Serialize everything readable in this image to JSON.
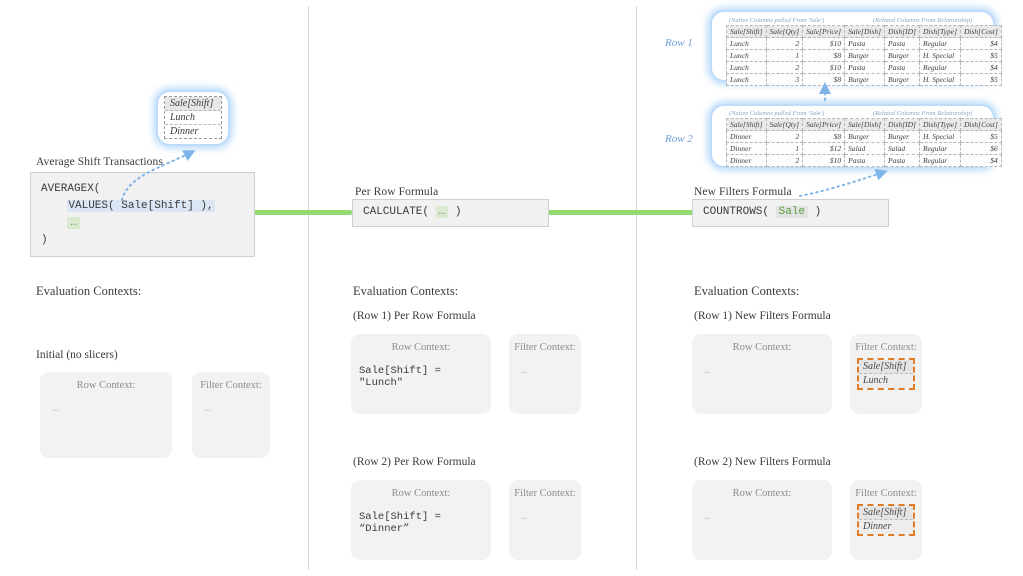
{
  "dividers": {
    "color": "#d2d2d2"
  },
  "connector": {
    "color": "#92d96f"
  },
  "left": {
    "formula_title": "Average Shift Transactions",
    "formula": {
      "line1": "AVERAGEX(",
      "line2_hl": "VALUES( Sale[Shift] ),",
      "line3_hl": "…",
      "line4": ")"
    },
    "slicer": {
      "header": "Sale[Shift]",
      "values": [
        "Lunch",
        "Dinner"
      ]
    },
    "eval_title": "Evaluation Contexts:",
    "case_title": "Initial (no slicers)",
    "row_context_label": "Row Context:",
    "row_context_value": "…",
    "filter_context_label": "Filter Context:",
    "filter_context_value": "…"
  },
  "middle": {
    "formula_title": "Per Row Formula",
    "formula": {
      "pre": "CALCULATE( ",
      "hl": "…",
      "post": " )"
    },
    "eval_title": "Evaluation Contexts:",
    "cases": [
      {
        "title": "(Row 1)  Per Row Formula",
        "row_context_label": "Row Context:",
        "row_context_value": "Sale[Shift] = \"Lunch\"",
        "filter_context_label": "Filter Context:",
        "filter_context_value": "…"
      },
      {
        "title": "(Row 2)  Per Row Formula",
        "row_context_label": "Row Context:",
        "row_context_value": "Sale[Shift] = “Dinner”",
        "filter_context_label": "Filter Context:",
        "filter_context_value": "…"
      }
    ]
  },
  "right": {
    "formula_title": "New Filters Formula",
    "formula": {
      "pre": "COUNTROWS( ",
      "hl": "Sale",
      "post": " )"
    },
    "eval_title": "Evaluation Contexts:",
    "cases": [
      {
        "title": "(Row 1)  New Filters Formula",
        "row_context_label": "Row Context:",
        "row_context_value": "…",
        "filter_context_label": "Filter Context:",
        "chip_header": "Sale[Shift]",
        "chip_value": "Lunch"
      },
      {
        "title": "(Row 2)  New Filters Formula",
        "row_context_label": "Row Context:",
        "row_context_value": "…",
        "filter_context_label": "Filter Context:",
        "chip_header": "Sale[Shift]",
        "chip_value": "Dinner"
      }
    ]
  },
  "tables": {
    "note_native": "(Native Columns pulled From 'Sale')",
    "note_related": "(Related Columns From Relationship)",
    "columns": [
      "Sale[Shift]",
      "Sale[Qty]",
      "Sale[Price]",
      "Sale[Dish]",
      "Dish[ID]",
      "Dish[Type]",
      "Dish[Cost]"
    ],
    "row1": {
      "label": "Row 1",
      "rows": [
        [
          "Lunch",
          "2",
          "$10",
          "Pasta",
          "Pasta",
          "Regular",
          "$4"
        ],
        [
          "Lunch",
          "1",
          "$8",
          "Burger",
          "Burger",
          "H. Special",
          "$5"
        ],
        [
          "Lunch",
          "2",
          "$10",
          "Pasta",
          "Pasta",
          "Regular",
          "$4"
        ],
        [
          "Lunch",
          "3",
          "$8",
          "Burger",
          "Burger",
          "H. Special",
          "$5"
        ]
      ]
    },
    "row2": {
      "label": "Row 2",
      "rows": [
        [
          "Dinner",
          "2",
          "$8",
          "Burger",
          "Burger",
          "H. Special",
          "$5"
        ],
        [
          "Dinner",
          "1",
          "$12",
          "Salad",
          "Salad",
          "Regular",
          "$6"
        ],
        [
          "Dinner",
          "2",
          "$10",
          "Pasta",
          "Pasta",
          "Regular",
          "$4"
        ]
      ]
    }
  }
}
